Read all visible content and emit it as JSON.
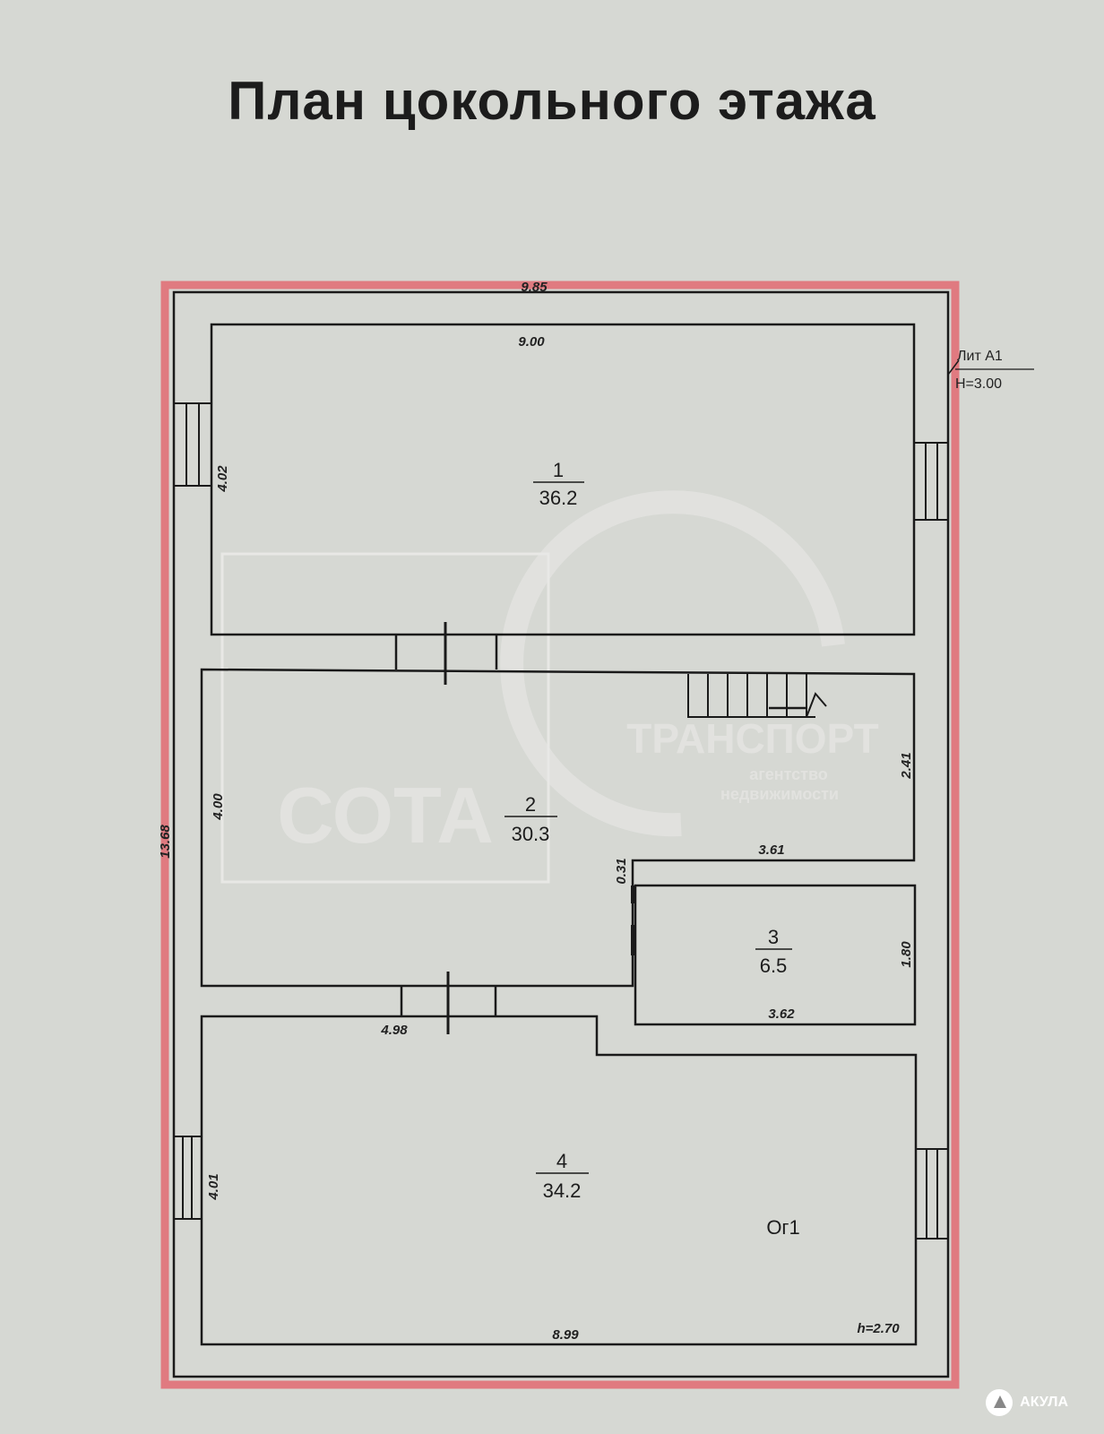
{
  "title": "План цокольного этажа",
  "lit": {
    "name": "Лит А1",
    "height": "Н=3.00"
  },
  "dimensions": {
    "outer_width": "9.85",
    "outer_height": "13.68",
    "room1_width": "9.00",
    "room1_height": "4.02",
    "room2_height": "4.00",
    "stair_height": "2.41",
    "stair_width": "3.61",
    "gap": "0.31",
    "room3_height": "1.80",
    "room3_width": "3.62",
    "corridor_width": "4.98",
    "room4_height": "4.01",
    "room4_width": "8.99",
    "ceiling": "h=2.70"
  },
  "rooms": [
    {
      "number": "1",
      "area": "36.2"
    },
    {
      "number": "2",
      "area": "30.3"
    },
    {
      "number": "3",
      "area": "6.5"
    },
    {
      "number": "4",
      "area": "34.2"
    }
  ],
  "marker": "Ог1",
  "watermarks": {
    "left": "СОТА",
    "right_title": "ТРАНСПОРТ",
    "right_line1": "агентство",
    "right_line2": "недвижимости"
  },
  "brand": "АКУЛА",
  "colors": {
    "outline": "#e07a80",
    "walls": "#1a1a1a",
    "paper": "#d6d8d3"
  }
}
